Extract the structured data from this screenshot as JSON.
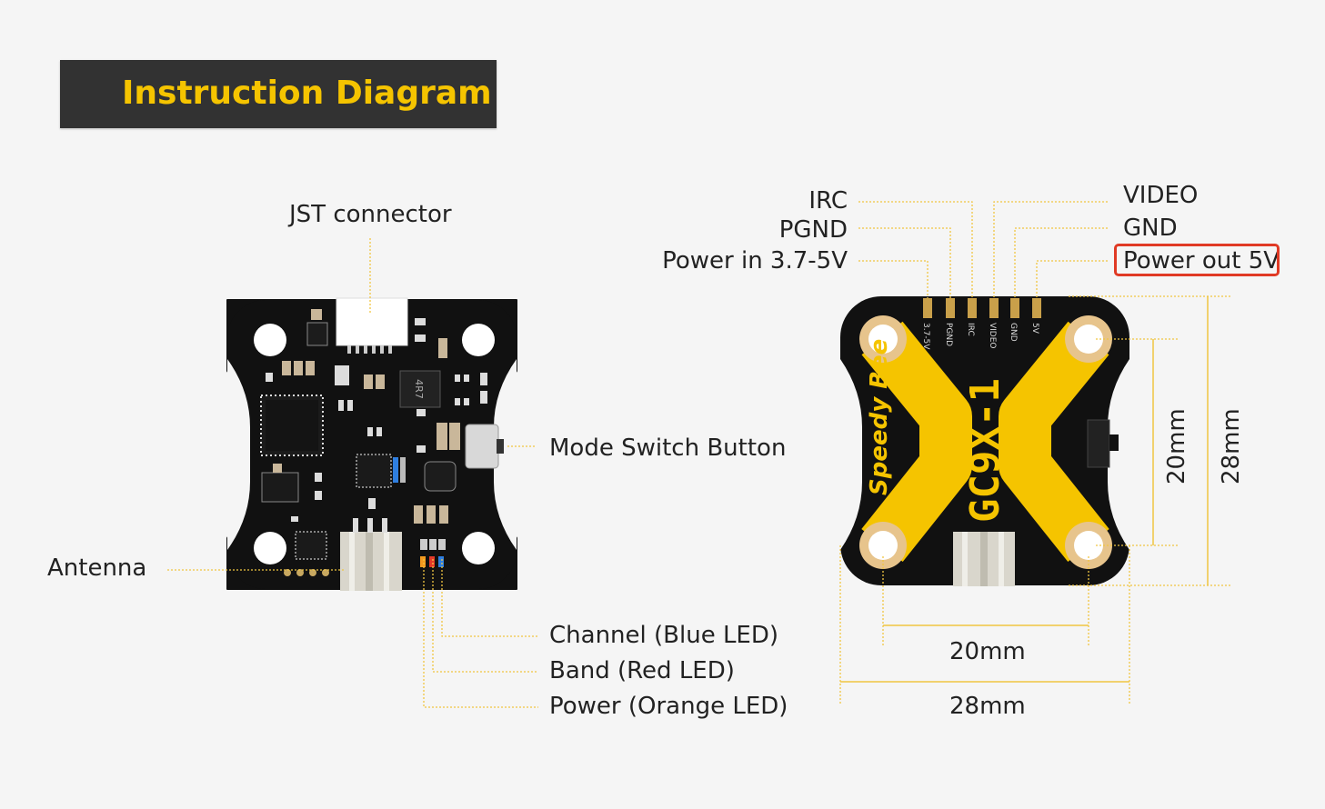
{
  "header": {
    "title": "Instruction Diagram"
  },
  "front_view": {
    "labels": {
      "jst": "JST connector",
      "mode": "Mode Switch Button",
      "antenna": "Antenna",
      "channel": "Channel (Blue LED)",
      "band": "Band (Red LED)",
      "power": "Power (Orange LED)"
    },
    "chip_marking": "4R7"
  },
  "back_view": {
    "pin_labels_left": [
      "IRC",
      "PGND",
      "Power in 3.7-5V"
    ],
    "pin_labels_right": [
      "VIDEO",
      "GND",
      "Power out 5V"
    ],
    "pin_silkscreen": [
      "3.7-5V",
      "PGND",
      "IRC",
      "VIDEO",
      "GND",
      "5V"
    ],
    "brand": "Speedy Bee",
    "model": "GC9X-1",
    "dimensions": {
      "vertical_inner": "20mm",
      "vertical_outer": "28mm",
      "horizontal_inner": "20mm",
      "horizontal_outer": "28mm"
    }
  },
  "colors": {
    "banner_bg": "#323232",
    "banner_text": "#f5c400",
    "board": "#111111",
    "accent_yellow": "#f5c400",
    "highlight": "#e03a25",
    "led_blue": "#2f7fe0",
    "led_red": "#e23a2a",
    "led_orange": "#f39a1f"
  }
}
